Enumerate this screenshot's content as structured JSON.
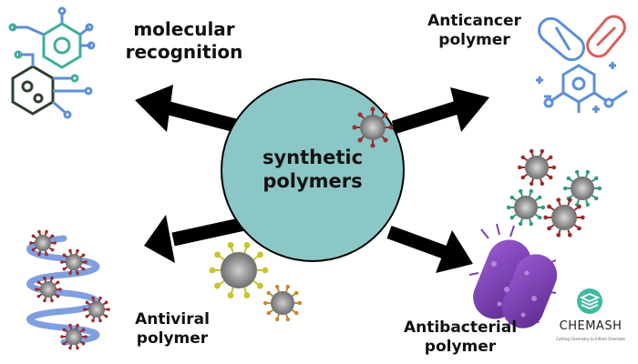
{
  "center": {
    "line1": "synthetic",
    "line2": "polymers",
    "fill": "#8cc7c8"
  },
  "labels": {
    "molecular_line1": "molecular",
    "molecular_line2": "recognition",
    "anticancer_line1": "Anticancer",
    "anticancer_line2": "polymer",
    "antiviral_line1": "Antiviral",
    "antiviral_line2": "polymer",
    "antibacterial_line1": "Antibacterial",
    "antibacterial_line2": "polymer"
  },
  "brand": {
    "name": "CHEMASH",
    "tagline": "Cutting Chemistry to Inform Chemists"
  },
  "colors": {
    "arrow": "#000000",
    "virus_red": "#9b2d2d",
    "virus_green": "#2e9e7a",
    "virus_yellow": "#c9c52a",
    "bacteria": "#7b3fb0",
    "helix": "#7f9fe0",
    "icon_blue": "#5b8fd9",
    "icon_red": "#d9605b",
    "circuit_green": "#3fae9a",
    "circuit_dark": "#2f3f2f"
  },
  "icons": [
    "molecular-network-icon",
    "capsule-pill-icon",
    "molecule-hexagon-icon",
    "virus-icon",
    "bacteria-icon",
    "polymer-helix-icon",
    "chemash-logo-icon"
  ]
}
